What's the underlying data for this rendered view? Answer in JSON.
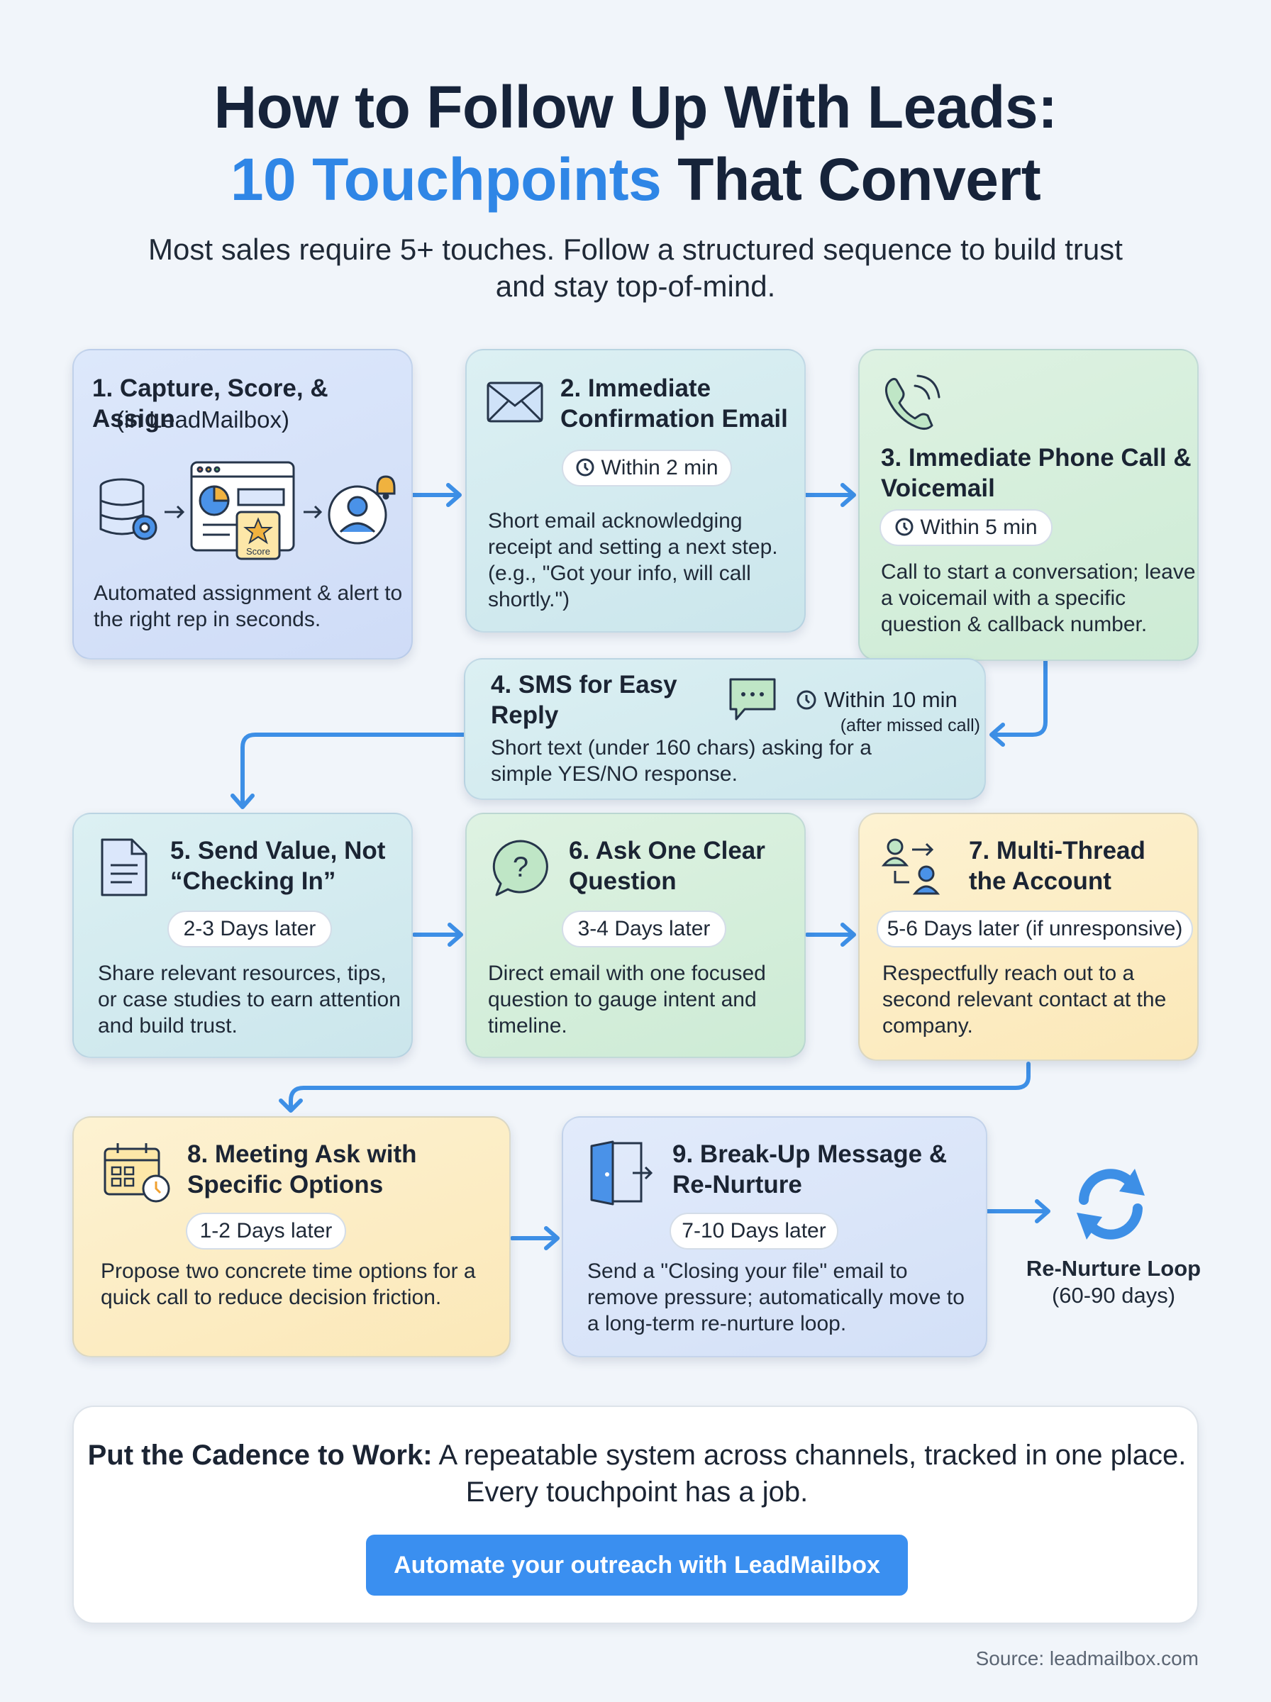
{
  "title": {
    "line1": "How to Follow Up With Leads:",
    "line2_accent": "10 Touchpoints",
    "line2_rest": " That Convert"
  },
  "subtitle": "Most sales require 5+ touches. Follow a structured sequence to build trust and stay top-of-mind.",
  "steps": [
    {
      "title": "1. Capture, Score, & Assign",
      "subtitle": "(in LeadMailbox)",
      "badge": "Score",
      "description": "Automated assignment & alert to the right rep in seconds."
    },
    {
      "title": "2. Immediate Confirmation Email",
      "timing": "Within 2 min",
      "description": "Short email acknowledging receipt and setting a next step. (e.g., \"Got your info, will call shortly.\")"
    },
    {
      "title": "3. Immediate Phone Call & Voicemail",
      "timing": "Within 5 min",
      "description": "Call to start a conversation; leave a voicemail with a specific question & callback number."
    },
    {
      "title": "4. SMS for Easy Reply",
      "timing": "Within 10 min",
      "timing_note": "(after missed call)",
      "description": "Short text (under 160 chars) asking for a simple YES/NO response."
    },
    {
      "title": "5. Send Value, Not “Checking In”",
      "timing": "2-3 Days later",
      "description": "Share relevant resources, tips, or case studies to earn attention and build trust."
    },
    {
      "title": "6. Ask One Clear Question",
      "timing": "3-4 Days later",
      "description": "Direct email with one focused question to gauge intent and timeline."
    },
    {
      "title": "7. Multi-Thread the Account",
      "timing": "5-6 Days later (if unresponsive)",
      "description": "Respectfully reach out to a second relevant contact at the company."
    },
    {
      "title": "8. Meeting Ask with Specific Options",
      "timing": "1-2 Days later",
      "description": "Propose two concrete time options for a quick call to reduce decision friction."
    },
    {
      "title": "9. Break-Up Message & Re-Nurture",
      "timing": "7-10 Days later",
      "description": "Send a \"Closing your file\" email to remove pressure; automatically move to a long-term re-nurture loop."
    }
  ],
  "loop": {
    "label": "Re-Nurture Loop",
    "duration": "(60-90 days)"
  },
  "cta": {
    "lead": "Put the Cadence to Work:",
    "text": " A repeatable system across channels, tracked in one place. Every touchpoint has a job.",
    "button": "Automate your outreach with LeadMailbox"
  },
  "source": "Source: leadmailbox.com",
  "colors": {
    "accent": "#2f86e6",
    "arrow": "#3d8fe6",
    "button": "#3a8ff0"
  }
}
